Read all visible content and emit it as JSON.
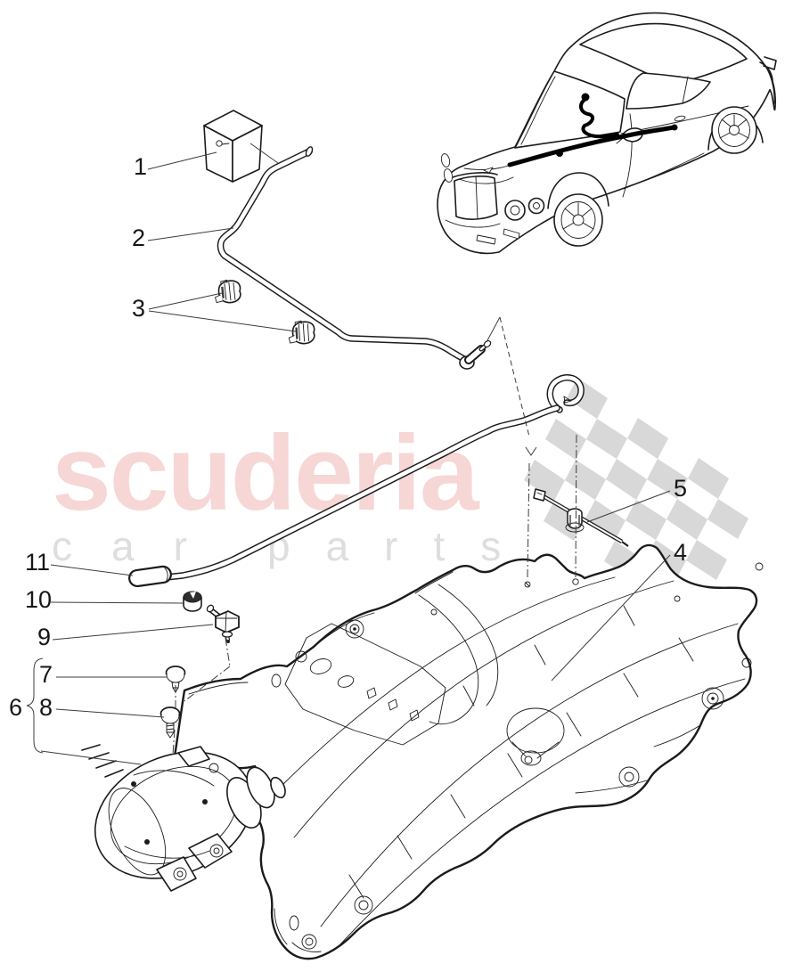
{
  "watermark": {
    "title": "scuderia",
    "subtitle_word1": "car",
    "subtitle_word2": "parts",
    "title_color": "#f7d6d6",
    "subtitle_color": "#dedede"
  },
  "diagram": {
    "line_color": "#1b1b1b",
    "flag_color": "#d8d8d8",
    "highlight_color": "#000000",
    "callouts": {
      "1": "1",
      "2": "2",
      "3": "3",
      "4": "4",
      "5": "5",
      "6": "6",
      "7": "7",
      "8": "8",
      "9": "9",
      "10": "10",
      "11": "11"
    }
  }
}
